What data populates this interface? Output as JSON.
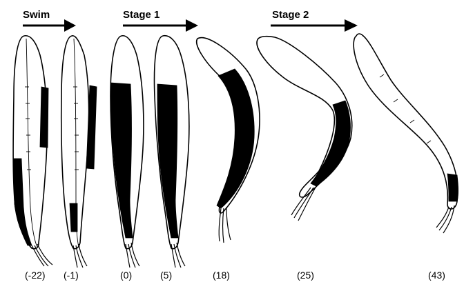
{
  "stages": [
    {
      "label": "Swim"
    },
    {
      "label": "Stage 1"
    },
    {
      "label": "Stage 2"
    }
  ],
  "frames": [
    {
      "label": "(-22)"
    },
    {
      "label": "(-1)"
    },
    {
      "label": "(0)"
    },
    {
      "label": "(5)"
    },
    {
      "label": "(18)"
    },
    {
      "label": "(25)"
    },
    {
      "label": "(43)"
    }
  ],
  "colors": {
    "ink": "#000000",
    "background": "#ffffff"
  }
}
